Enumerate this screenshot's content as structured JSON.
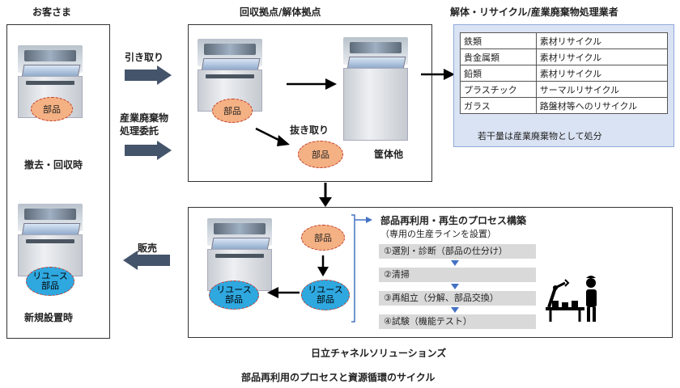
{
  "headers": {
    "customer": "お客さま",
    "collection": "回収拠点/解体拠点",
    "recycler": "解体・リサイクル/産業廃棄物処理業者"
  },
  "labels": {
    "removal": "撤去・回収時",
    "new_install": "新規設置時",
    "pickup": "引き取り",
    "waste_consign_1": "産業廃棄物",
    "waste_consign_2": "処理委託",
    "extract": "抜き取り",
    "housing": "筐体他",
    "sales": "販売",
    "part": "部品",
    "reuse_part_1": "リユース",
    "reuse_part_2": "部品",
    "company": "日立チャネルソリューションズ",
    "caption": "部品再利用のプロセスと資源循環のサイクル"
  },
  "recycling_table": {
    "rows": [
      {
        "material": "鉄類",
        "method": "素材リサイクル"
      },
      {
        "material": "貴金属類",
        "method": "素材リサイクル"
      },
      {
        "material": "鉛類",
        "method": "素材リサイクル"
      },
      {
        "material": "プラスチック",
        "method": "サーマルリサイクル"
      },
      {
        "material": "ガラス",
        "method": "路盤材等へのリサイクル"
      }
    ],
    "note": "若干量は産業廃棄物として処分"
  },
  "process": {
    "title": "部品再利用・再生のプロセス構築",
    "subtitle": "（専用の生産ラインを設置）",
    "steps": [
      "①選別・診断（部品の仕分け）",
      "②清掃",
      "③再組立（分解、部品交換）",
      "④試験（機能テスト）"
    ]
  },
  "colors": {
    "arrow_fill": "#44546a",
    "part_fill": "#f4b183",
    "reuse_fill": "#2fa8e0",
    "step_fill": "#d9d9d9",
    "accent_blue": "#4472c4",
    "table_panel": "#dae3f3"
  }
}
